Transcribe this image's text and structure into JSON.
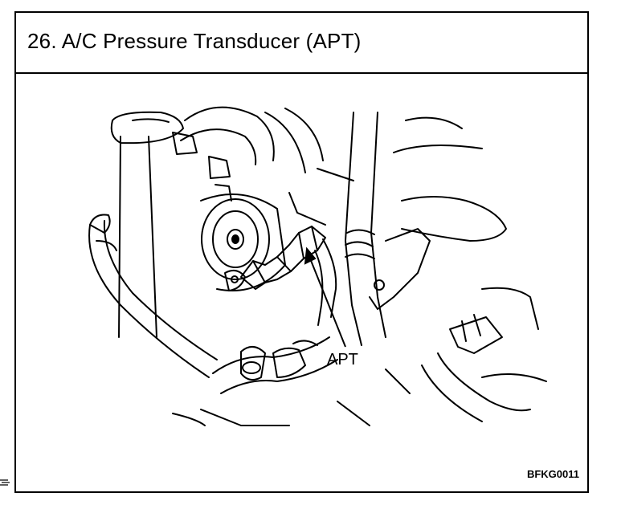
{
  "title": "26.  A/C Pressure Transducer (APT)",
  "callout_label": "APT",
  "figure_id": "BFKG0011",
  "illustration_icon": "engine-bay-line-drawing",
  "colors": {
    "ink": "#000000",
    "paper": "#ffffff"
  }
}
